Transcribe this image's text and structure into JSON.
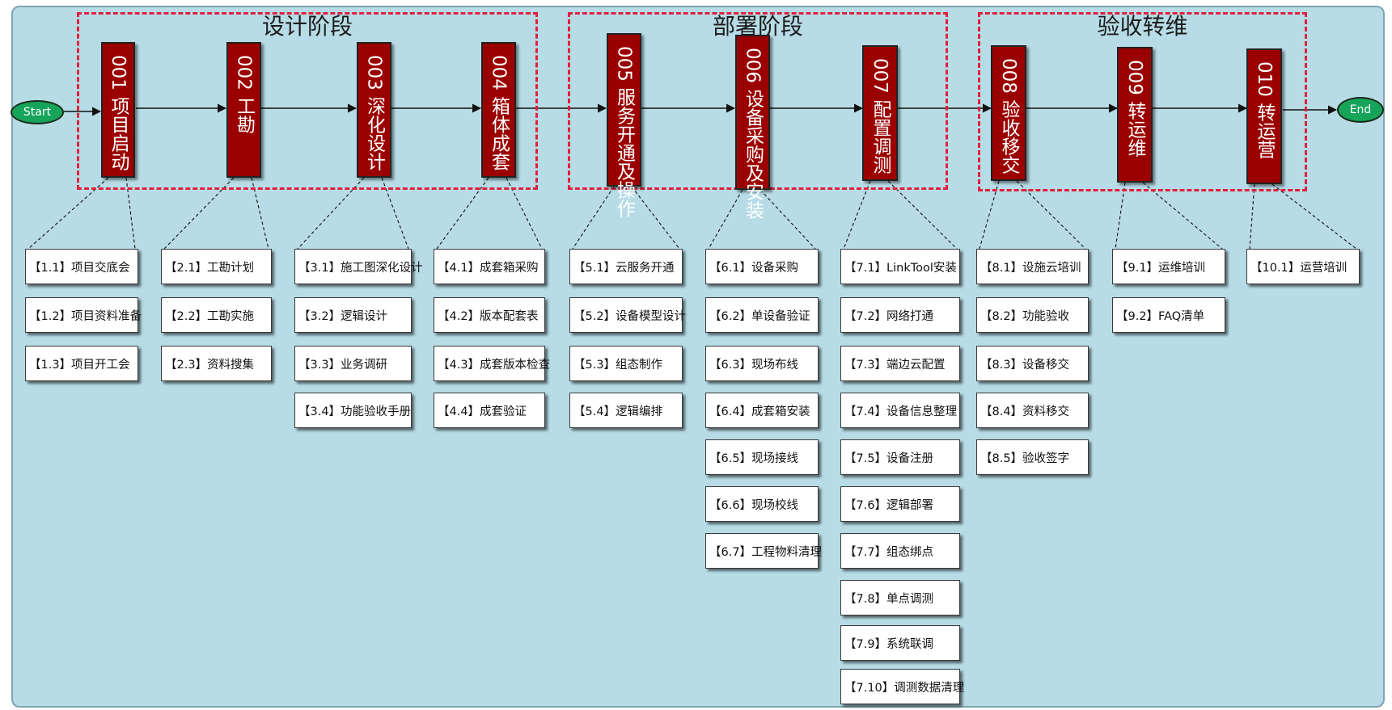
{
  "phases": [
    {
      "title": "设计阶段"
    },
    {
      "title": "部署阶段"
    },
    {
      "title": "验收转维"
    }
  ],
  "terminals": {
    "start": "Start",
    "end": "End"
  },
  "steps": [
    {
      "label": "001 项目启动"
    },
    {
      "label": "002 工勘"
    },
    {
      "label": "003 深化设计"
    },
    {
      "label": "004 箱体成套"
    },
    {
      "label": "005 服务开通及操作"
    },
    {
      "label": "006 设备采购及安装"
    },
    {
      "label": "007 配置调测"
    },
    {
      "label": "008 验收移交"
    },
    {
      "label": "009 转运维"
    },
    {
      "label": "010 转运营"
    }
  ],
  "tasks": [
    [
      "【1.1】项目交底会",
      "【1.2】项目资料准备",
      "【1.3】项目开工会"
    ],
    [
      "【2.1】工勘计划",
      "【2.2】工勘实施",
      "【2.3】资料搜集"
    ],
    [
      "【3.1】施工图深化设计",
      "【3.2】逻辑设计",
      "【3.3】业务调研",
      "【3.4】功能验收手册"
    ],
    [
      "【4.1】成套箱采购",
      "【4.2】版本配套表",
      "【4.3】成套版本检查",
      "【4.4】成套验证"
    ],
    [
      "【5.1】云服务开通",
      "【5.2】设备模型设计",
      "【5.3】组态制作",
      "【5.4】逻辑编排"
    ],
    [
      "【6.1】设备采购",
      "【6.2】单设备验证",
      "【6.3】现场布线",
      "【6.4】成套箱安装",
      "【6.5】现场接线",
      "【6.6】现场校线",
      "【6.7】工程物料清理"
    ],
    [
      "【7.1】LinkTool安装",
      "【7.2】网络打通",
      "【7.3】端边云配置",
      "【7.4】设备信息整理",
      "【7.5】设备注册",
      "【7.6】逻辑部署",
      "【7.7】组态绑点",
      "【7.8】单点调测",
      "【7.9】系统联调",
      "【7.10】调测数据清理"
    ],
    [
      "【8.1】设施云培训",
      "【8.2】功能验收",
      "【8.3】设备移交",
      "【8.4】资料移交",
      "【8.5】验收签字"
    ],
    [
      "【9.1】运维培训",
      "【9.2】FAQ清单"
    ],
    [
      "【10.1】运营培训"
    ]
  ]
}
